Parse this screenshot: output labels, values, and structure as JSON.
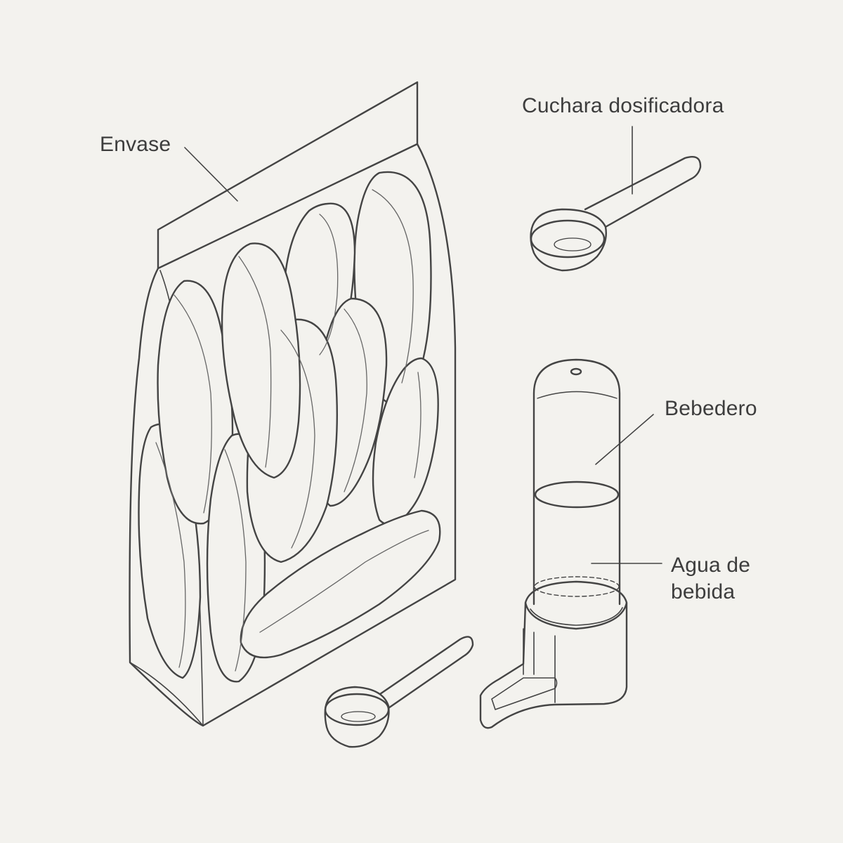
{
  "labels": {
    "envase": "Envase",
    "cuchara": "Cuchara dosificadora",
    "bebedero": "Bebedero",
    "agua_line1": "Agua de",
    "agua_line2": "bebida"
  },
  "colors": {
    "background": "#f3f2ee",
    "ink": "#3d3d3d"
  }
}
